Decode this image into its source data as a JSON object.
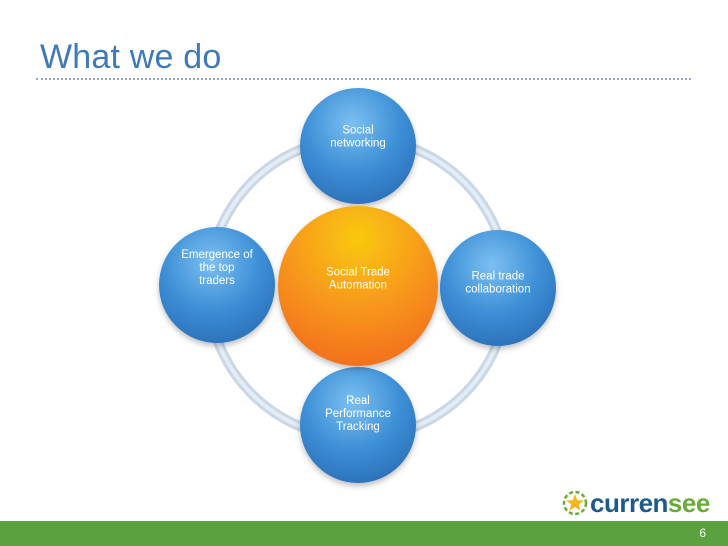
{
  "slide": {
    "title": "What we do",
    "page_number": "6"
  },
  "diagram": {
    "center": {
      "lines": [
        "Social Trade",
        "Automation"
      ]
    },
    "nodes": [
      {
        "id": "top",
        "lines": [
          "Social",
          "networking"
        ]
      },
      {
        "id": "right",
        "lines": [
          "Real trade",
          "collaboration"
        ]
      },
      {
        "id": "bottom",
        "lines": [
          "Real",
          "Performance",
          "Tracking"
        ]
      },
      {
        "id": "left",
        "lines": [
          "Emergence of",
          "the top",
          "traders"
        ]
      }
    ]
  },
  "logo": {
    "brand_main": "curren",
    "brand_accent": "see",
    "icon": "star-emblem-icon"
  },
  "colors": {
    "title": "#3f7ab8",
    "node_blue": "#3d8fd6",
    "center_orange": "#f7941d",
    "ring": "#c9d7e6",
    "footer_green": "#5aa23f",
    "brand_blue": "#1d5a8c",
    "brand_green": "#6bab3c"
  }
}
